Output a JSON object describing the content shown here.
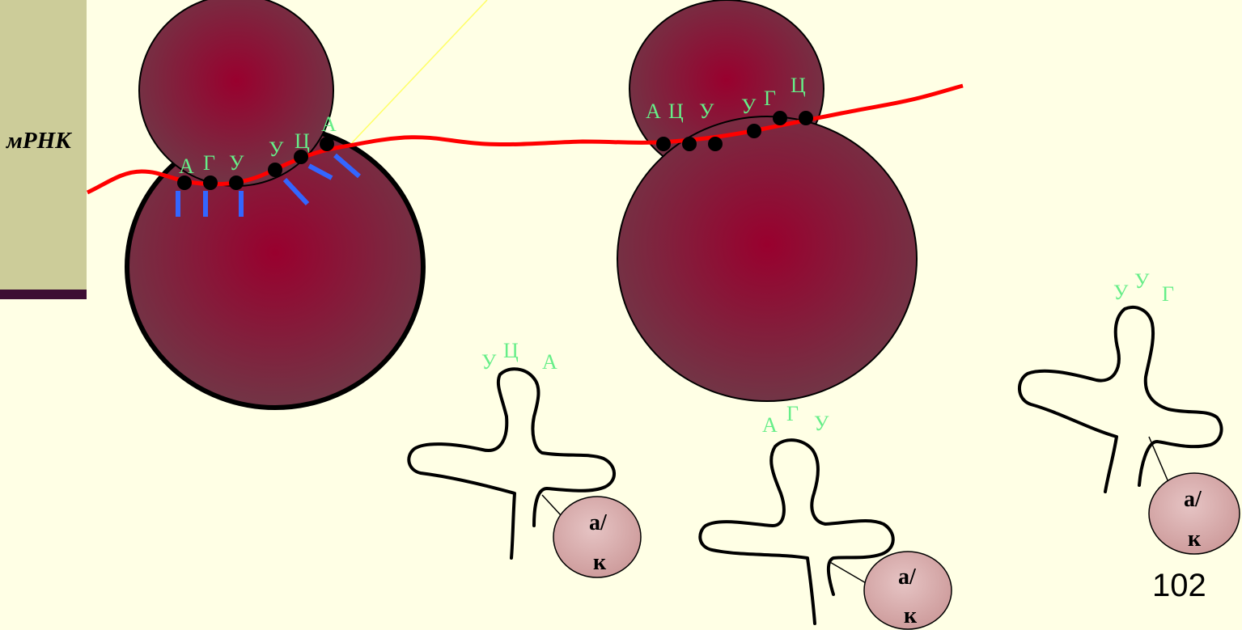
{
  "slide": {
    "mrna_label": "мРНК",
    "slide_number": "102",
    "codon_label_color": "#66ee88",
    "mrna_color": "#ff0000",
    "ribosome_color": "#8b0a3a",
    "anticodon_line_color": "#3366ff"
  },
  "ribosome_left": {
    "bases": [
      "А",
      "Г",
      "У",
      "У",
      "Ц",
      "А"
    ]
  },
  "ribosome_right": {
    "bases": [
      "А",
      "Ц",
      "У",
      "У",
      "Г",
      "Ц"
    ]
  },
  "trna": [
    {
      "anticodon": [
        "У",
        "Ц",
        "А"
      ],
      "amino_acid": [
        "а/",
        "к"
      ]
    },
    {
      "anticodon": [
        "А",
        "Г",
        "У"
      ],
      "amino_acid": [
        "а/",
        "к"
      ]
    },
    {
      "anticodon": [
        "У",
        "У",
        "Г"
      ],
      "amino_acid": [
        "а/",
        "к"
      ]
    }
  ]
}
